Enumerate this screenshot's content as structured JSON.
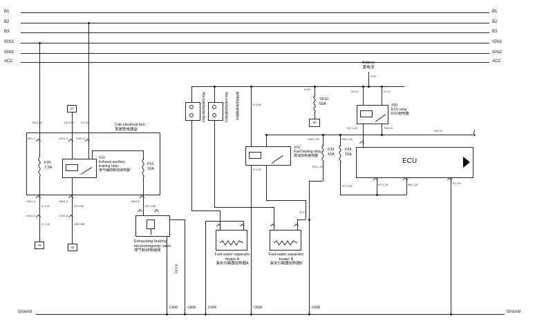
{
  "bus": {
    "labels": [
      "B1",
      "B2",
      "B3",
      "IGN1",
      "IGN2",
      "ACC"
    ]
  },
  "ground": {
    "left": "Ground",
    "right": "Ground",
    "connector": "C608"
  },
  "components": {
    "cab_box": {
      "title_en": "Cab electrical box",
      "title_zh": "驾驶室电器盒"
    },
    "f20": {
      "name": "F20",
      "rating": "7.5A"
    },
    "x10": {
      "id": "X10",
      "name_en": "Exhaust auxiliary braking relay",
      "name_zh": "排气辅助制动继电器"
    },
    "f01": {
      "name": "F01",
      "rating": "10A"
    },
    "valve": {
      "name_en": "Exhausting braking electromagnetic valve",
      "name_zh": "排气制动电磁阀"
    },
    "x19": {
      "id": "X19",
      "name_en": "Fuel heating relay",
      "name_zh": "燃油加热继电器"
    },
    "battery": {
      "name_en": "Battery",
      "name_zh": "蓄电池"
    },
    "sf10": {
      "name": "SF10",
      "rating": "60A"
    },
    "x20": {
      "id": "X20",
      "name_en": "ECU relay",
      "name_zh": "ECU继电器"
    },
    "f33": {
      "name": "F33",
      "rating": "10A"
    },
    "f34": {
      "name": "F34",
      "rating": "15A"
    },
    "ecu": {
      "label": "ECU"
    },
    "heater_a": {
      "name_en": "Fuel-water separator heater A",
      "name_zh": "油水分离器加热器A"
    },
    "heater_b": {
      "name_en": "Fuel-water separator heater B",
      "name_zh": "油水分离器加热器B"
    },
    "fuse_label_a": "油水分离加热器A熔丝",
    "fuse_label_b": "油水分离加热器B熔丝",
    "fuse_label_c": "燃油加热继电器熔丝",
    "term_27": "27",
    "term_50": "50",
    "term_75": "75",
    "term_32": "32"
  },
  "wire_labels": [
    "GB 0.85",
    "GB 0.85",
    "R 0.85",
    "G 1.25",
    "G 1.25",
    "LR 0.85",
    "WB 0.85",
    "RG 0.85",
    "R 60",
    "W 60",
    "W 2.5",
    "R 2.5",
    "RO 1.25",
    "RW 10",
    "RW 1.25",
    "RW 1.25",
    "RG 1.25",
    "RY 1.25",
    "RY 1.25",
    "RB 1.25",
    "B 1.25",
    "B 0.85",
    "R 0.85",
    "RW 10",
    "B 2.5",
    "R 1.25"
  ],
  "connector_labels": [
    "C601-1",
    "C601-2",
    "C601-3",
    "C601-4",
    "C601-5",
    "C601-6",
    "C602-2",
    "C602-6"
  ]
}
